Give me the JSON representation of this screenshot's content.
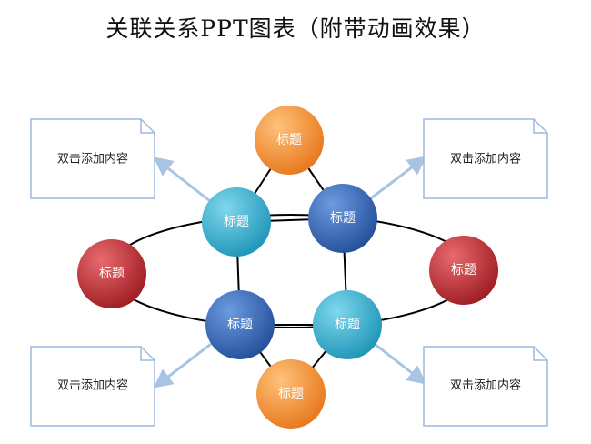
{
  "title": "关联关系PPT图表（附带动画效果）",
  "node_label": "标题",
  "box_label": "双击添加内容",
  "colors": {
    "orange": "#f08a24",
    "red": "#b8262c",
    "cyan": "#2aa9c9",
    "blue": "#2f63b1",
    "arrow": "#a9c4e2",
    "box_border": "#9cb9de",
    "ring": "#000000"
  }
}
